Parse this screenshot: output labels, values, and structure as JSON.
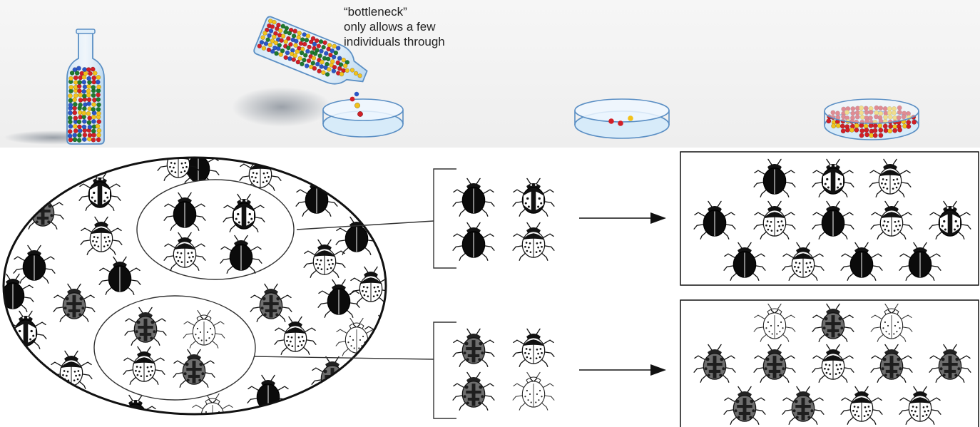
{
  "caption": {
    "lines": [
      "“bottleneck”",
      "only allows a few",
      "individuals through"
    ]
  },
  "colors": {
    "beads": [
      "#d21f26",
      "#f2c21b",
      "#1f7a2e",
      "#2a56c6"
    ],
    "after_bottleneck_beads": [
      "#d21f26",
      "#f2c21b"
    ],
    "glass": "#9fc8ea",
    "beetle_morphs": [
      "solid-black",
      "black-spotted",
      "white-spotted",
      "gray-cross",
      "pale-spotted"
    ]
  },
  "icons": [
    "bottle-icon",
    "petri-dish-icon",
    "ladybug-icon",
    "arrow-right-icon"
  ]
}
